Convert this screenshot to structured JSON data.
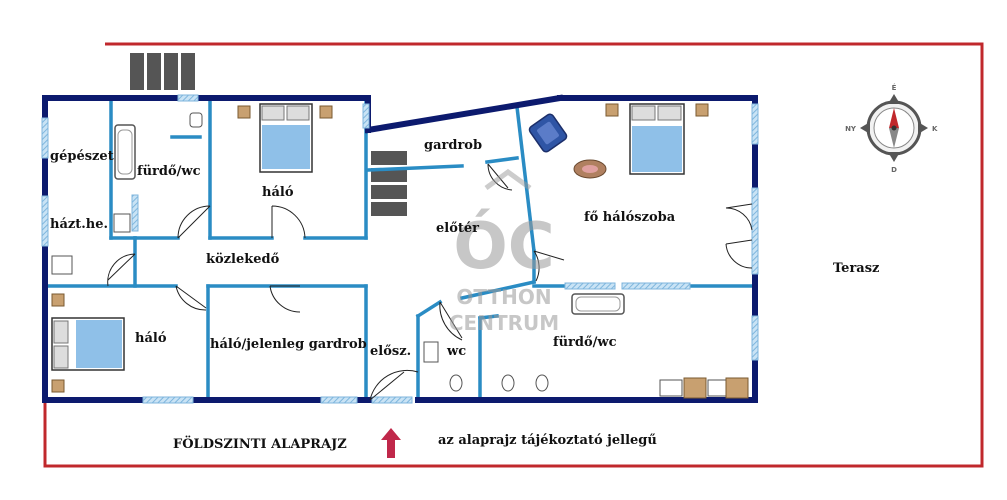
{
  "rooms": {
    "gepeszet": "gépészet",
    "furdo_wc_left": "fürdő/wc",
    "halo_top": "háló",
    "gardrob": "gardrob",
    "fo_haloszoba": "fő hálószoba",
    "haztartasi": "házt.he.",
    "eloter": "előtér",
    "kozlekedo": "közlekedő",
    "halo_left": "háló",
    "halo_jelenleg": "háló/jelenleg gardrob",
    "elosz": "elősz.",
    "wc": "wc",
    "furdo_wc_right": "fürdő/wc",
    "terasz": "Terasz"
  },
  "captions": {
    "plan_title": "FÖLDSZINTI ALAPRAJZ",
    "disclaimer": "az alaprajz tájékoztató jellegű"
  },
  "compass": {
    "n": "É",
    "s": "D",
    "e": "K",
    "w": "NY"
  },
  "watermark": {
    "mark": "ÓC",
    "line1": "OTTHON",
    "line2": "CENTRUM"
  },
  "colors": {
    "outer_wall": "#0c1a6e",
    "inner_wall": "#2a8cc4",
    "plot_border": "#c0282c",
    "bed": "#8fc0e8",
    "entrance_arrow": "#c0284a"
  }
}
